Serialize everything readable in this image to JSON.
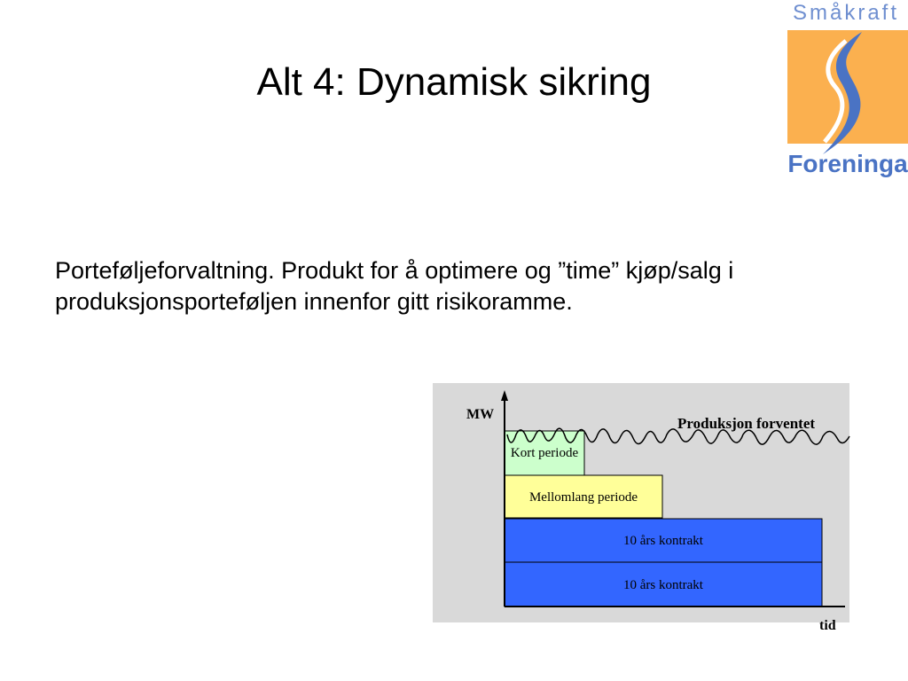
{
  "slide": {
    "title": "Alt 4: Dynamisk sikring",
    "body": "Porteføljeforvaltning. Produkt for å optimere og ”time” kjøp/salg i produksjonsporteføljen innenfor gitt risikoramme."
  },
  "logo": {
    "top_text": "Småkraft",
    "bottom_text": "Foreninga",
    "colors": {
      "orange": "#fbb04f",
      "blue": "#4a73c4",
      "text": "#6f8fd0"
    }
  },
  "diagram": {
    "y_axis_label": "MW",
    "x_axis_label": "tid",
    "production_label": "Produksjon forventet",
    "boxes": [
      {
        "label": "Kort periode",
        "color": "#ccffcc"
      },
      {
        "label": "Mellomlang periode",
        "color": "#ffff99"
      },
      {
        "label": "10 års kontrakt",
        "color": "#3366ff"
      },
      {
        "label": "10 års kontrakt",
        "color": "#3366ff"
      }
    ],
    "background_color": "#d9d9d9"
  }
}
